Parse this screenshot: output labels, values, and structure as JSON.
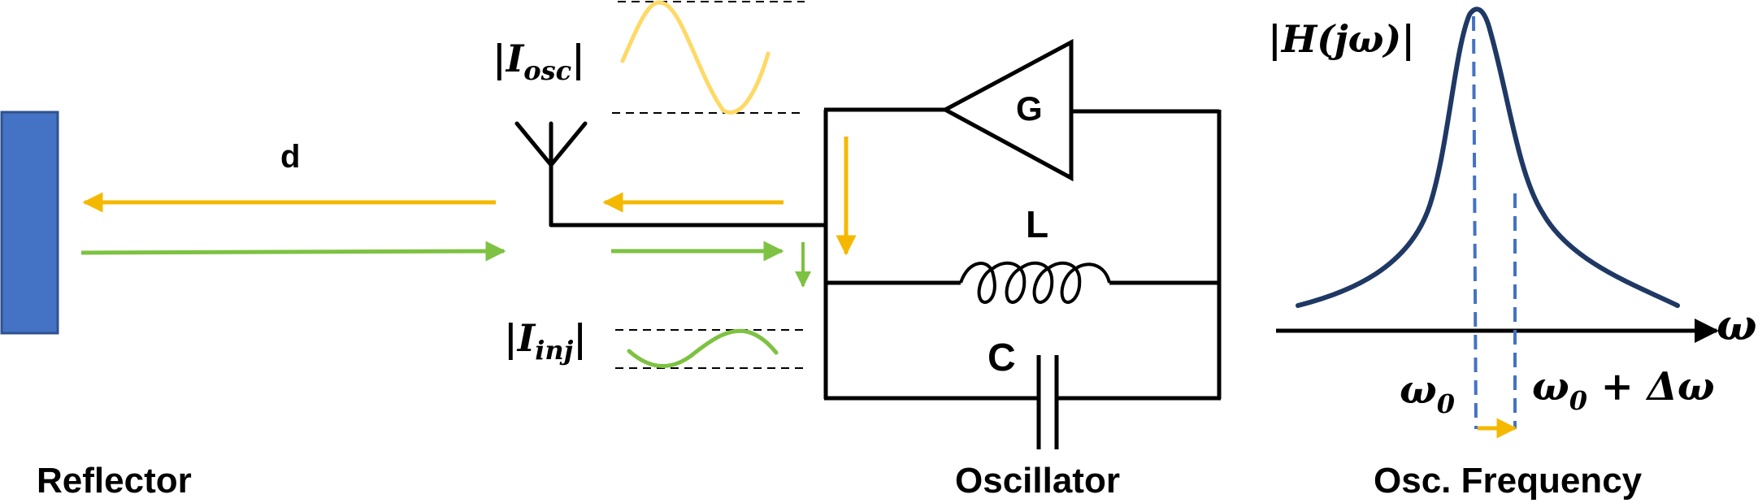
{
  "labels": {
    "reflector": "Reflector",
    "distance": "d",
    "oscillator": "Oscillator",
    "osc_frequency": "Osc. Frequency",
    "gain": "G",
    "inductor": "L",
    "capacitor": "C"
  },
  "math": {
    "i_osc_main": "I",
    "i_osc_sub": "osc",
    "i_inj_main": "I",
    "i_inj_sub": "inj",
    "transfer_open": "|",
    "transfer_H": "H",
    "transfer_arg": "(jω)",
    "transfer_close": "|",
    "omega_axis": "ω",
    "omega0_main": "ω",
    "omega0_sub": "0",
    "shifted_main": "ω",
    "shifted_sub": "0",
    "shifted_rest": " + Δω"
  },
  "colors": {
    "reflector_fill": "#4472C4",
    "reflector_stroke": "#2F528F",
    "outgoing_wave": "#F5B800",
    "reflected_wave": "#7DC242",
    "osc_sine": "#FFD966",
    "resonance_curve": "#1F3864",
    "marker_lines": "#4472C4",
    "circuit": "#000000"
  }
}
